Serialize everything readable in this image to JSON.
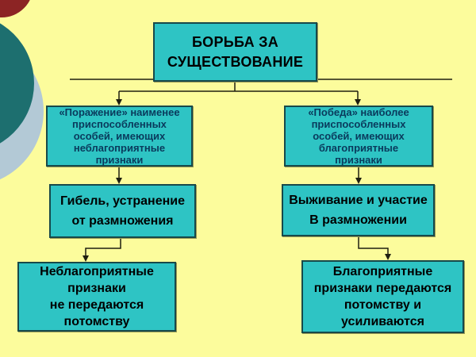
{
  "slide": {
    "title_box": {
      "text": "БОРЬБА ЗА\nСУЩЕСТВОВАНИЕ"
    },
    "left_column": {
      "top": {
        "text": "«Поражение» наименее\nприспособленных\nособей, имеющих\nнеблагоприятные\nпризнаки"
      },
      "middle": {
        "text": "Гибель, устранение\nот размножения"
      },
      "bottom": {
        "text": "Неблагоприятные\nпризнаки\nне передаются\nпотомству"
      }
    },
    "right_column": {
      "top": {
        "text": "«Победа» наиболее\nприспособленных\nособей, имеющих\nблагоприятные\nпризнаки"
      },
      "middle": {
        "text": "Выживание и участие\nВ размножении"
      },
      "bottom": {
        "text": "Благоприятные\nпризнаки передаются\nпотомству и\nусиливаются"
      }
    },
    "colors": {
      "background": "#FCFC9C",
      "box_fill": "#2EC4C4",
      "box_border": "#17494A",
      "title_text": "#000000",
      "top_box_text": "#0A3A5C",
      "body_text": "#000000",
      "connector_line": "#1F1F10",
      "decor_circle_teal": "#1D6F6F",
      "decor_circle_light_blue": "#B3C9D6",
      "decor_circle_maroon": "#8C2424"
    }
  }
}
